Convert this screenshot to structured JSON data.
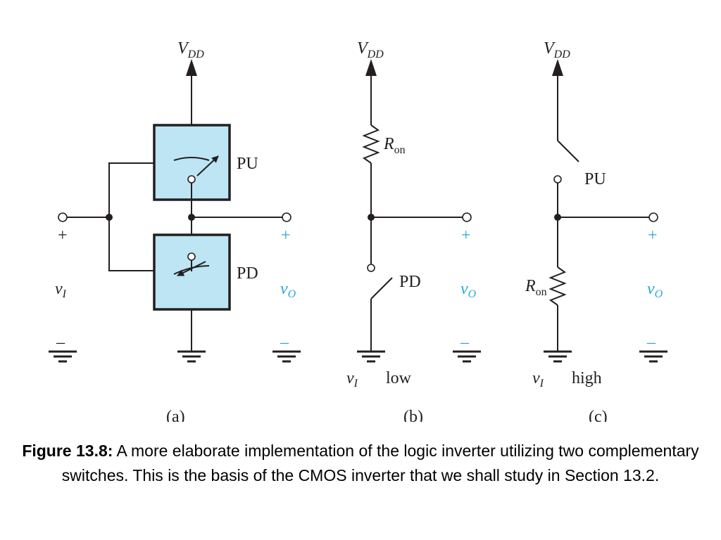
{
  "diagram": {
    "supply": {
      "v": "V",
      "sub": "DD"
    },
    "pu": "PU",
    "pd": "PD",
    "r": {
      "main": "R",
      "sub": "on"
    },
    "plus": "+",
    "minus": "–",
    "vin": {
      "v": "v",
      "sub": "I"
    },
    "vout": {
      "v": "v",
      "sub": "O"
    },
    "state_b": "low",
    "state_c": "high",
    "panel_a": "(a)",
    "panel_b": "(b)",
    "panel_c": "(c)",
    "colors": {
      "switch_box": "#bde5f4",
      "output_label": "#29a8d4",
      "wire": "#231f20"
    }
  },
  "caption": {
    "figure_label": "Figure 13.8:",
    "text": " A more elaborate implementation of the logic inverter utilizing two complementary switches. This is the basis of the CMOS inverter that we shall study in Section 13.2."
  }
}
